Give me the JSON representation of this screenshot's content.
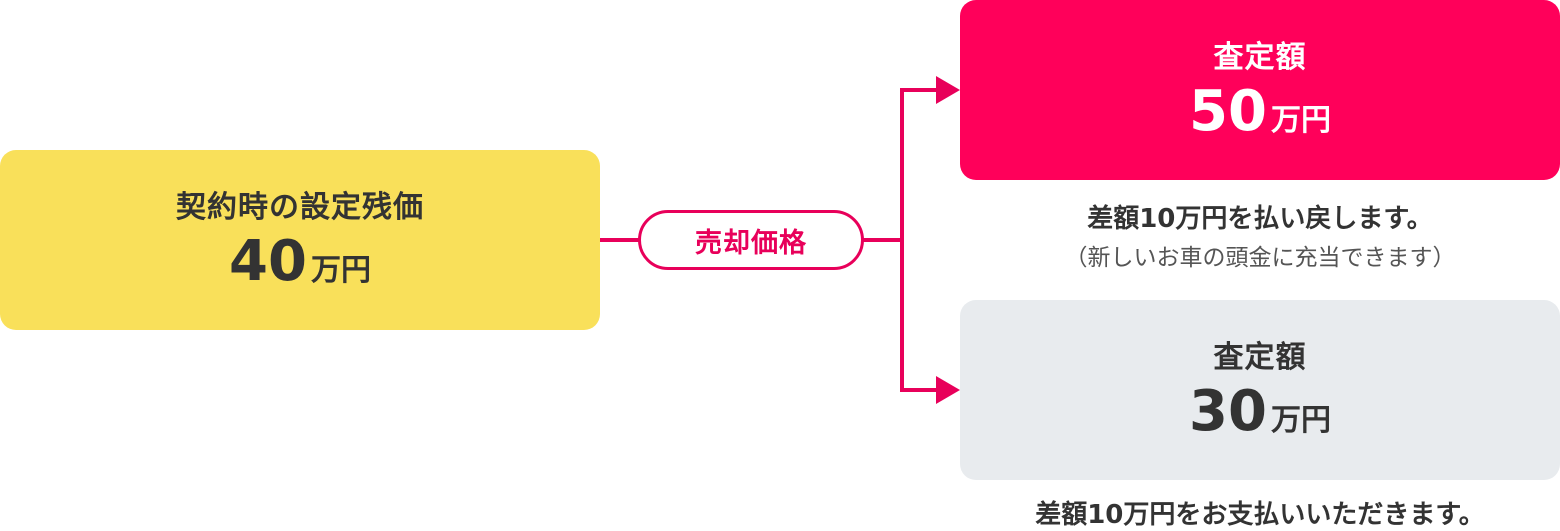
{
  "residual": {
    "label": "契約時の設定残価",
    "amount": "40",
    "unit": "万円"
  },
  "sale_label": "売却価格",
  "outcomes": [
    {
      "label": "査定額",
      "amount": "50",
      "unit": "万円",
      "note": "差額10万円を払い戻します。",
      "sub_note": "（新しいお車の頭金に充当できます）",
      "color": "#ff005a"
    },
    {
      "label": "査定額",
      "amount": "30",
      "unit": "万円",
      "note": "差額10万円をお支払いいただきます。",
      "color": "#e8ebee"
    }
  ],
  "colors": {
    "residual_box": "#f9e05a",
    "accent": "#e8005a",
    "text": "#333333"
  }
}
